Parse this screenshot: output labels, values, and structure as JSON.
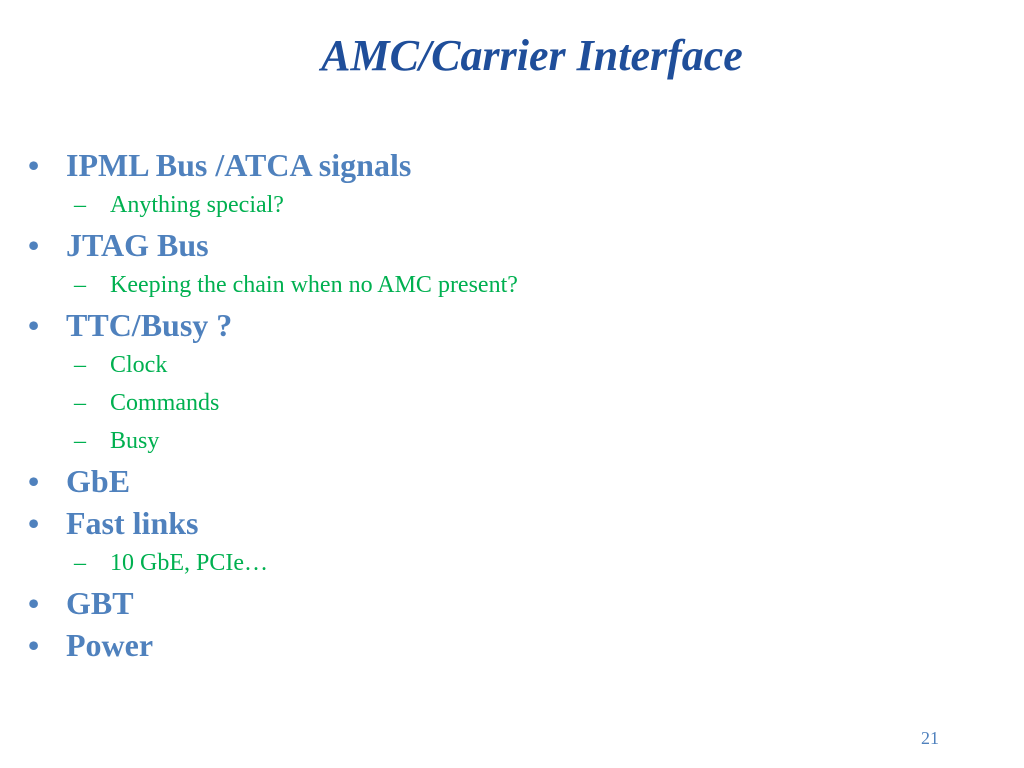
{
  "slide": {
    "title": "AMC/Carrier Interface",
    "bullet_marker": "•",
    "sub_marker": "–",
    "items": [
      {
        "text": "IPML Bus /ATCA signals",
        "sub": [
          "Anything special?"
        ]
      },
      {
        "text": "JTAG Bus",
        "sub": [
          "Keeping the chain when no AMC present?"
        ]
      },
      {
        "text": "TTC/Busy ?",
        "sub": [
          "Clock",
          "Commands",
          "Busy"
        ]
      },
      {
        "text": "GbE",
        "sub": []
      },
      {
        "text": "Fast links",
        "sub": [
          "10 GbE, PCIe…"
        ]
      },
      {
        "text": "GBT",
        "sub": []
      },
      {
        "text": "Power",
        "sub": []
      }
    ],
    "page_number": "21"
  },
  "colors": {
    "title": "#1f4e9a",
    "level1": "#4f81bd",
    "level2": "#00b050",
    "background": "#ffffff"
  }
}
